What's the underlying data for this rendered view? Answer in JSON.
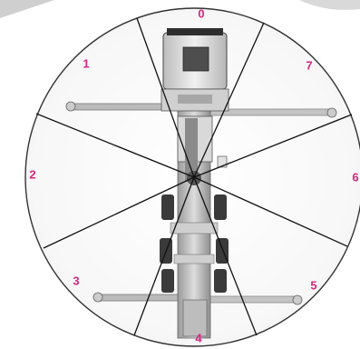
{
  "diagram": {
    "zones": [
      {
        "id": "zone-0",
        "label": "0"
      },
      {
        "id": "zone-1",
        "label": "1"
      },
      {
        "id": "zone-2",
        "label": "2"
      },
      {
        "id": "zone-3",
        "label": "3"
      },
      {
        "id": "zone-4",
        "label": "4"
      },
      {
        "id": "zone-5",
        "label": "5"
      },
      {
        "id": "zone-6",
        "label": "6"
      },
      {
        "id": "zone-7",
        "label": "7"
      }
    ],
    "colors": {
      "label": "#d4267f",
      "divider": "#111111",
      "circle": "#333333",
      "truck_body": "#d8d8d8",
      "truck_dark": "#555555"
    }
  }
}
